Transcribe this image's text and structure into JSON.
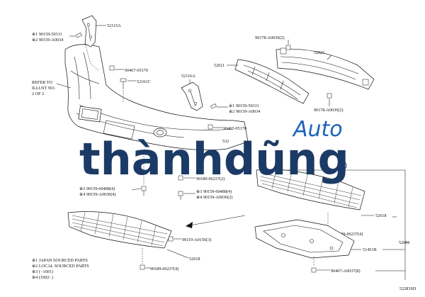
{
  "watermark": {
    "brand": "thànhdũng",
    "accent": "Auto",
    "reg_mark": "®",
    "colors": {
      "brand": "#1b3a66",
      "accent": "#1d63b8"
    }
  },
  "notes": {
    "refer": [
      "REFER TO",
      "ILLUST NO.",
      "2 OF 2"
    ],
    "legend": [
      "※1 JAPAN SOURCED PARTS",
      "※2 LOCAL SOURCED PARTS",
      "※3 (      -1601)",
      "※4 (1602-      )"
    ]
  },
  "figure_code": "52283SD",
  "labels": {
    "p52115A": "52115A",
    "screw_top_1": "※1 90159-50311",
    "screw_top_2": "※2 90159-A0034",
    "clip_90467_05170_a": "90467-05170",
    "p52161C": "52161C",
    "p52116A": "52116A",
    "screw_mid_1": "※1 90159-50311",
    "screw_mid_2": "※2 90159-A0034",
    "clip_90467_05170_b": "90467-05170",
    "p532": "532",
    "p90189_a": "90189-06237(2)",
    "screw_l_3": "※3  90159-60488(4)",
    "screw_l_4": "※4  90159-A0030(4)",
    "screw_r_3": "※3  90159-60488(4)",
    "screw_r_4": "※4  90159-A0030(2)",
    "nut_top": "90178-A0030(2)",
    "p52021": "52021",
    "p52611": "52611",
    "nut_bottom": "90178-A0030(2)",
    "p90119": "90119-A0156(3)",
    "p52618_left": "52618",
    "p90189_b": "90189-06237(4)",
    "p52618_right": "52618",
    "p90189_c": "90189-06237(4)",
    "p51451B": "51451B",
    "p52601": "52601",
    "p90467_00037": "90467-A0037(8)"
  }
}
